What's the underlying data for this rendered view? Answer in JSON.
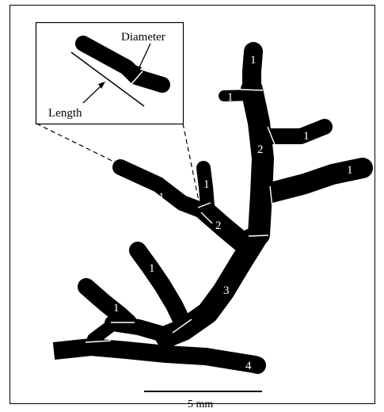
{
  "inset": {
    "diameter_label": "Diameter",
    "length_label": "Length"
  },
  "segment_labels": [
    {
      "id": "order-top",
      "text": "1"
    },
    {
      "id": "order-stub",
      "text": "1"
    },
    {
      "id": "order-right-upper",
      "text": "1"
    },
    {
      "id": "order-right-lower",
      "text": "1"
    },
    {
      "id": "order-left-upper",
      "text": "1"
    },
    {
      "id": "order-small",
      "text": "1"
    },
    {
      "id": "order-mid-left",
      "text": "1"
    },
    {
      "id": "order-lower-left",
      "text": "1"
    },
    {
      "id": "order-main-upper",
      "text": "2"
    },
    {
      "id": "order-middle",
      "text": "2"
    },
    {
      "id": "order-main-lower",
      "text": "3"
    },
    {
      "id": "order-trunk",
      "text": "4"
    }
  ],
  "scale_bar": {
    "label": "5 mm"
  },
  "colors": {
    "vessel": "#000000",
    "boundary": "#ffffff",
    "frame": "#000000"
  }
}
